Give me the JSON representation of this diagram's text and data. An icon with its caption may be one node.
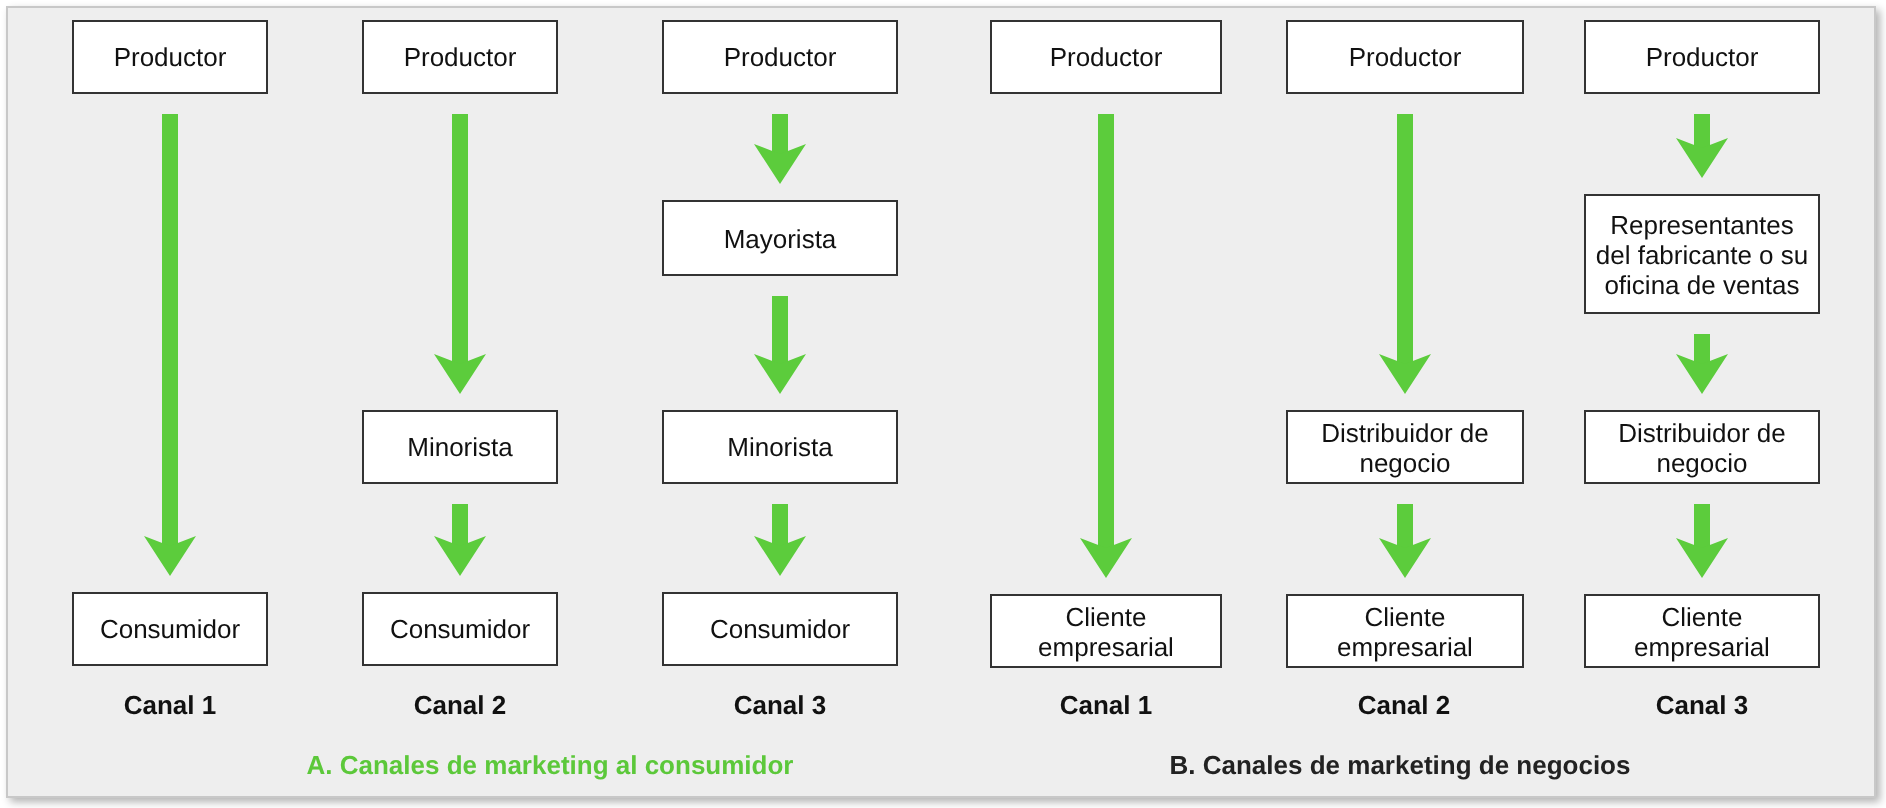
{
  "diagram": {
    "nodes": [
      {
        "text": [
          "Productor"
        ]
      },
      {
        "text": [
          "Consumidor"
        ]
      },
      {
        "text": [
          "Productor"
        ]
      },
      {
        "text": [
          "Minorista"
        ]
      },
      {
        "text": [
          "Consumidor"
        ]
      },
      {
        "text": [
          "Productor"
        ]
      },
      {
        "text": [
          "Mayorista"
        ]
      },
      {
        "text": [
          "Minorista"
        ]
      },
      {
        "text": [
          "Consumidor"
        ]
      },
      {
        "text": [
          "Productor"
        ]
      },
      {
        "text": [
          "Cliente empresarial"
        ]
      },
      {
        "text": [
          "Productor"
        ]
      },
      {
        "text": [
          "Distribuidor de negocio"
        ]
      },
      {
        "text": [
          "Cliente empresarial"
        ]
      },
      {
        "text": [
          "Productor"
        ]
      },
      {
        "text": [
          "Representantes del fabricante o su oficina de ventas"
        ]
      },
      {
        "text": [
          "Distribuidor de negocio"
        ]
      },
      {
        "text": [
          "Cliente empresarial"
        ]
      }
    ],
    "edges": [
      {
        "from": 0,
        "to": 1,
        "arrow": "to"
      },
      {
        "from": 2,
        "to": 3,
        "arrow": "to"
      },
      {
        "from": 3,
        "to": 4,
        "arrow": "to"
      },
      {
        "from": 5,
        "to": 6,
        "arrow": "to"
      },
      {
        "from": 6,
        "to": 7,
        "arrow": "to"
      },
      {
        "from": 7,
        "to": 8,
        "arrow": "to"
      },
      {
        "from": 9,
        "to": 10,
        "arrow": "to"
      },
      {
        "from": 11,
        "to": 12,
        "arrow": "to"
      },
      {
        "from": 12,
        "to": 13,
        "arrow": "to"
      },
      {
        "from": 14,
        "to": 15,
        "arrow": "to"
      },
      {
        "from": 15,
        "to": 16,
        "arrow": "to"
      },
      {
        "from": 16,
        "to": 17,
        "arrow": "to"
      }
    ],
    "labels": [
      "Canal 1",
      "Canal 2",
      "Canal 3",
      "Canal 1",
      "Canal 2",
      "Canal 3",
      "A. Canales de marketing al consumidor",
      "B. Canales de marketing de negocios"
    ]
  }
}
